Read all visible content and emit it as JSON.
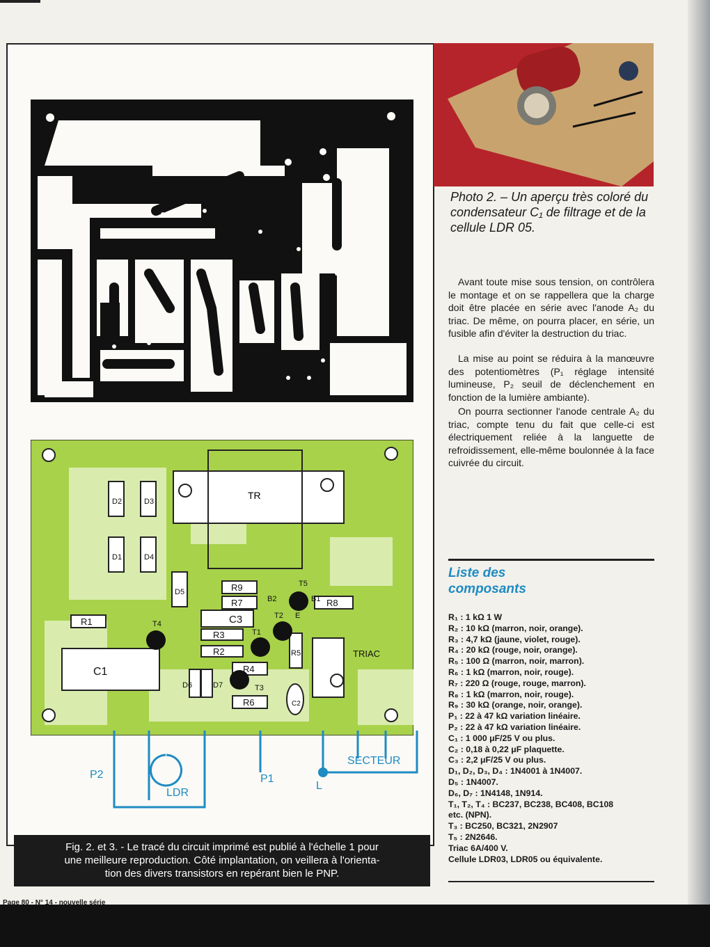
{
  "figure": {
    "pcb_labels": {
      "d1": "D1",
      "d2": "D2",
      "d3": "D3",
      "d4": "D4",
      "d5": "D5",
      "d6": "D6",
      "d7": "D7",
      "tr": "TR",
      "r1": "R1",
      "r2": "R2",
      "r3": "R3",
      "r4": "R4",
      "r5": "R5",
      "r6": "R6",
      "r7": "R7",
      "r8": "R8",
      "r9": "R9",
      "c1": "C1",
      "c2": "C2",
      "c3": "C3",
      "t1": "T1",
      "t2": "T2",
      "t3": "T3",
      "t4": "T4",
      "t5": "T5",
      "b1": "B1",
      "b2": "B2",
      "e": "E",
      "triac": "TRIAC"
    },
    "wiring_labels": {
      "p1": "P1",
      "p2": "P2",
      "ldr": "LDR",
      "secteur": "SECTEUR",
      "lamp": "L"
    },
    "caption_l1": "Fig. 2. et 3. - Le tracé du circuit imprimé est publié à l'échelle 1 pour",
    "caption_l2": "une meilleure reproduction. Côté implantation, on veillera à l'orienta-",
    "caption_l3": "tion des divers transistors en repérant bien le PNP."
  },
  "footer": "Page 80 - N° 14 - nouvelle série",
  "photo": {
    "caption": "Photo 2. – Un aperçu très coloré du condensateur C₁ de filtrage et de la cellule LDR 05."
  },
  "text": {
    "p1": "Avant toute mise sous tension, on contrôlera le montage et on se rappellera que la charge doit être placée en série avec l'anode A₂ du triac. De même, on pourra placer, en série, un fusible afin d'éviter la destruction du triac.",
    "p2": "La mise au point se réduira à la manœuvre des potentiomètres (P₁ réglage intensité lumineuse, P₂ seuil de déclenchement en fonction de la lumière ambiante).",
    "p3": "On pourra sectionner l'anode centrale A₂ du triac, compte tenu du fait que celle-ci est électriquement reliée à la languette de refroidissement, elle-même boulonnée à la face cuivrée du circuit."
  },
  "components": {
    "title_l1": "Liste des",
    "title_l2": "composants",
    "items": [
      "R₁ : 1 kΩ 1 W",
      "R₂ : 10 kΩ (marron, noir, orange).",
      "R₃ : 4,7 kΩ (jaune, violet, rouge).",
      "R₄ : 20 kΩ (rouge, noir, orange).",
      "R₅ : 100 Ω (marron, noir, marron).",
      "R₆ : 1 kΩ (marron, noir, rouge).",
      "R₇ : 220 Ω (rouge, rouge, marron).",
      "R₈ : 1 kΩ (marron, noir, rouge).",
      "R₉ : 30 kΩ (orange, noir, orange).",
      "P₁ : 22 à 47 kΩ variation linéaire.",
      "P₂ : 22 à 47 kΩ variation linéaire.",
      "C₁ : 1 000 μF/25 V ou plus.",
      "C₂ : 0,18 à 0,22 μF plaquette.",
      "C₃ : 2,2 μF/25 V ou plus.",
      "D₁, D₂, D₃, D₄ : 1N4001 à 1N4007.",
      "D₅ : 1N4007.",
      "D₆, D₇ : 1N4148, 1N914.",
      "T₁, T₂, T₄ : BC237, BC238, BC408, BC108",
      "etc. (NPN).",
      "T₃ : BC250, BC321, 2N2907",
      "T₅ : 2N2646.",
      "Triac 6A/400 V.",
      "Cellule LDR03, LDR05 ou équivalente."
    ]
  },
  "colors": {
    "pcb_green": "#a8d24a",
    "accent_blue": "#1e8bc3",
    "trace_black": "#111111",
    "photo_red": "#b5242a"
  }
}
